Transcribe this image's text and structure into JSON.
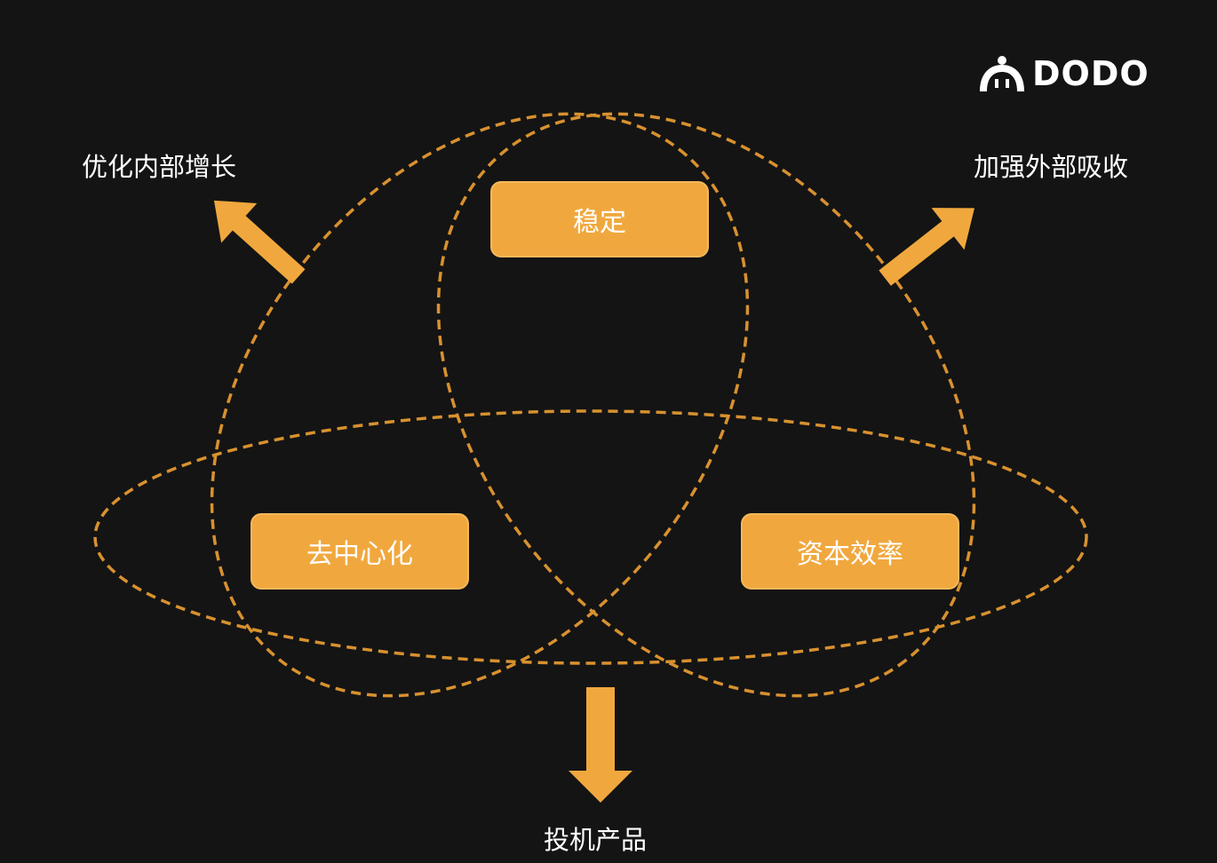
{
  "logo": {
    "text": "DODO"
  },
  "labels": {
    "top_left": "优化内部增长",
    "top_right": "加强外部吸收",
    "bottom": "投机产品"
  },
  "boxes": {
    "top": "稳定",
    "left": "去中心化",
    "right": "资本效率"
  },
  "colors": {
    "background": "#141414",
    "accent": "#f0a83e",
    "dashed_outline": "#d8912f",
    "text": "#ffffff"
  },
  "icons": {
    "arrow_top_left": "arrow-up-left-icon",
    "arrow_top_right": "arrow-up-right-icon",
    "arrow_bottom": "arrow-down-icon",
    "logo_mark": "dodo-bird-icon"
  }
}
